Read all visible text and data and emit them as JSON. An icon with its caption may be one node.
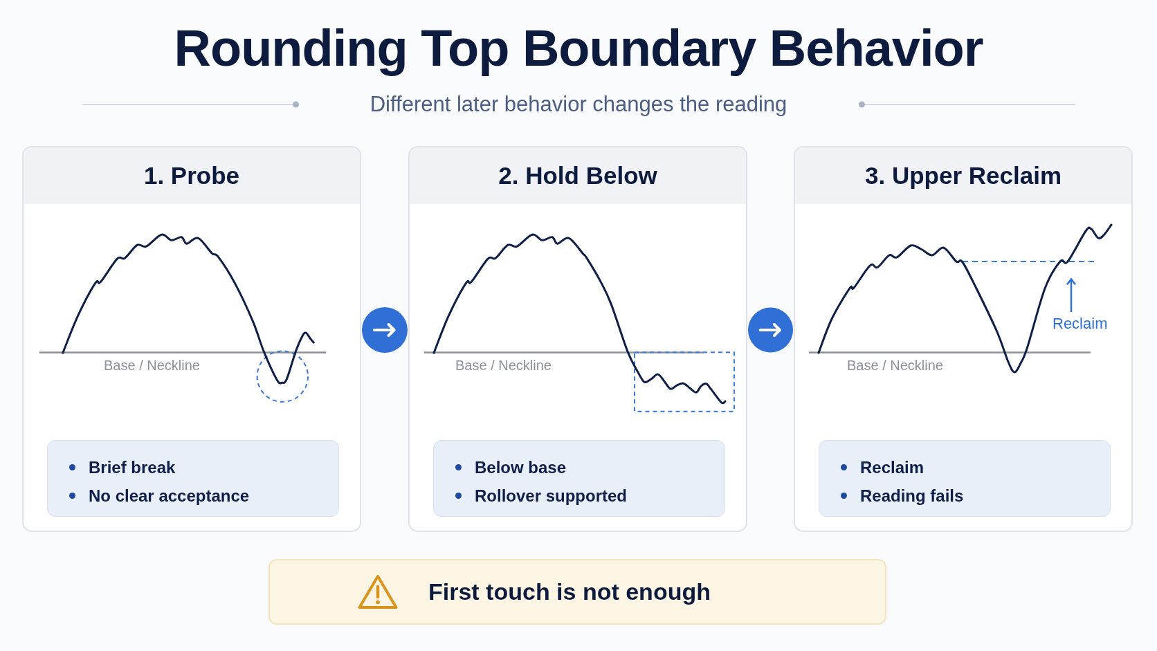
{
  "diagram": {
    "title": "Rounding Top Boundary Behavior",
    "nodes": [
      {
        "text": [
          "1. Probe"
        ]
      },
      {
        "text": [
          "Brief break",
          "No clear acceptance"
        ],
        "in": 0
      },
      {
        "text": [
          "2. Hold Below"
        ]
      },
      {
        "text": [
          "Below base",
          "Rollover supported"
        ],
        "in": 2
      },
      {
        "text": [
          "3. Upper Reclaim"
        ]
      },
      {
        "text": [
          "Reclaim",
          "Reading fails"
        ],
        "in": 4
      },
      {
        "text": [
          "First touch is not enough"
        ]
      }
    ],
    "edges": [
      {
        "from": 0,
        "to": 2,
        "arrow": "to"
      },
      {
        "from": 2,
        "to": 4,
        "arrow": "to"
      }
    ],
    "labels": [
      "Different later behavior changes the reading",
      "Base / Neckline",
      "Base / Neckline",
      "Reclaim",
      "Base / Neckline"
    ]
  }
}
